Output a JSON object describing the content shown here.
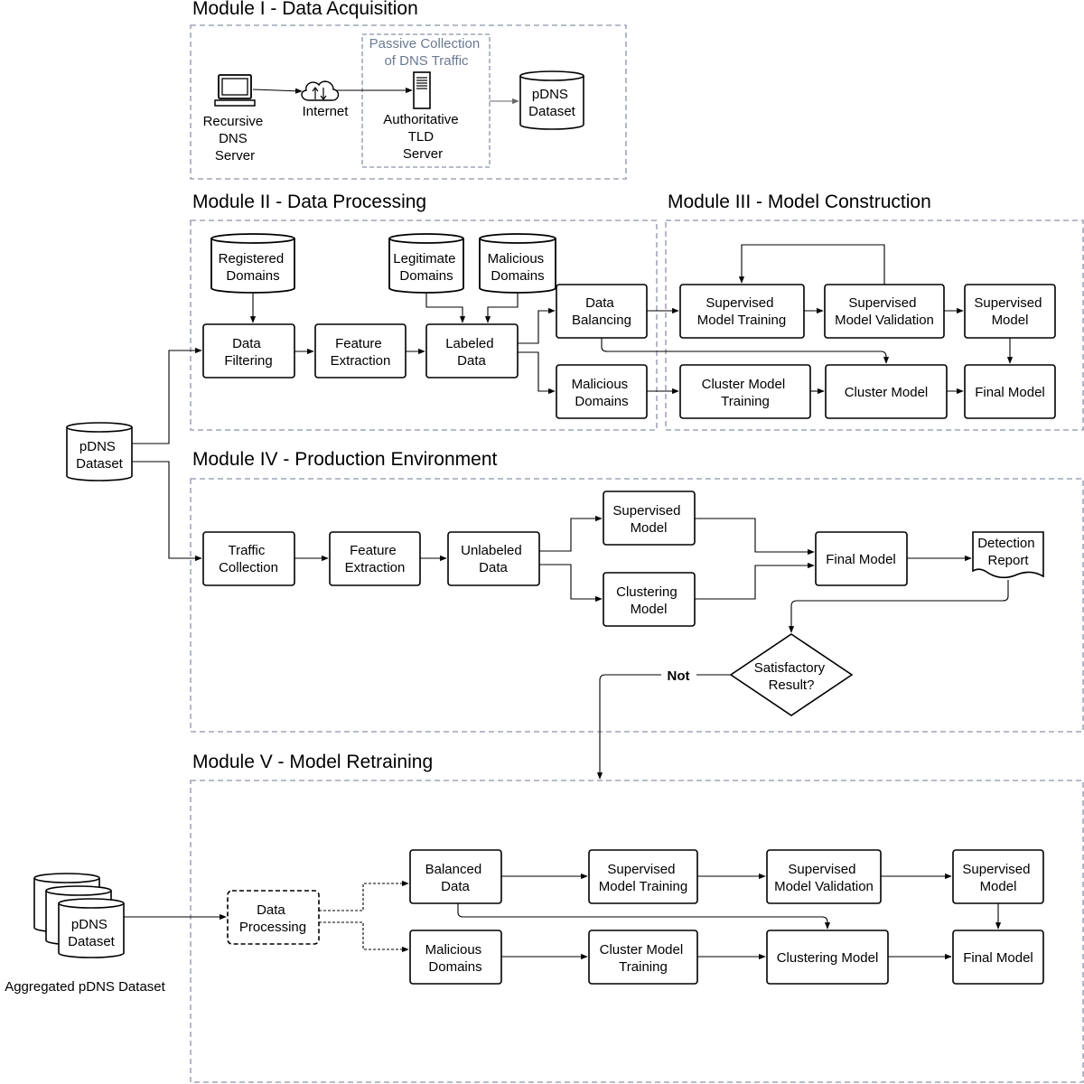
{
  "modules": {
    "m1": "Module I - Data Acquisition",
    "m2": "Module II - Data Processing",
    "m3": "Module III - Model Construction",
    "m4": "Module IV - Production Environment",
    "m5": "Module V - Model Retraining"
  },
  "m1": {
    "recursive_server": [
      "Recursive",
      "DNS",
      "Server"
    ],
    "internet": "Internet",
    "passive_collection": [
      "Passive Collection",
      "of DNS Traffic"
    ],
    "auth_server": [
      "Authoritative",
      "TLD",
      "Server"
    ],
    "pdns_dataset": [
      "pDNS",
      "Dataset"
    ]
  },
  "left": {
    "pdns_dataset": [
      "pDNS",
      "Dataset"
    ]
  },
  "m2": {
    "registered_domains": [
      "Registered",
      "Domains"
    ],
    "legitimate_domains": [
      "Legitimate",
      "Domains"
    ],
    "malicious_domains_db": [
      "Malicious",
      "Domains"
    ],
    "data_filtering": [
      "Data",
      "Filtering"
    ],
    "feature_extraction": [
      "Feature",
      "Extraction"
    ],
    "labeled_data": [
      "Labeled",
      "Data"
    ],
    "data_balancing": [
      "Data",
      "Balancing"
    ],
    "malicious_domains": [
      "Malicious",
      "Domains"
    ]
  },
  "m3": {
    "sup_training": [
      "Supervised",
      "Model Training"
    ],
    "sup_validation": [
      "Supervised",
      "Model Validation"
    ],
    "sup_model": [
      "Supervised",
      "Model"
    ],
    "cluster_training": [
      "Cluster Model",
      "Training"
    ],
    "cluster_model": "Cluster Model",
    "final_model": "Final Model"
  },
  "m4": {
    "traffic_collection": [
      "Traffic",
      "Collection"
    ],
    "feature_extraction": [
      "Feature",
      "Extraction"
    ],
    "unlabeled_data": [
      "Unlabeled",
      "Data"
    ],
    "sup_model": [
      "Supervised",
      "Model"
    ],
    "clustering_model": [
      "Clustering",
      "Model"
    ],
    "final_model": "Final Model",
    "detection_report": [
      "Detection",
      "Report"
    ],
    "decision": [
      "Satisfactory",
      "Result?"
    ],
    "not_label": "Not"
  },
  "m5": {
    "pdns_dataset": [
      "pDNS",
      "Dataset"
    ],
    "aggregated_label": "Aggregated pDNS Dataset",
    "data_processing": [
      "Data",
      "Processing"
    ],
    "balanced_data": [
      "Balanced",
      "Data"
    ],
    "malicious_domains": [
      "Malicious",
      "Domains"
    ],
    "sup_training": [
      "Supervised",
      "Model Training"
    ],
    "sup_validation": [
      "Supervised",
      "Model Validation"
    ],
    "sup_model": [
      "Supervised",
      "Model"
    ],
    "cluster_training": [
      "Cluster Model",
      "Training"
    ],
    "clustering_model": "Clustering Model",
    "final_model": "Final Model"
  }
}
